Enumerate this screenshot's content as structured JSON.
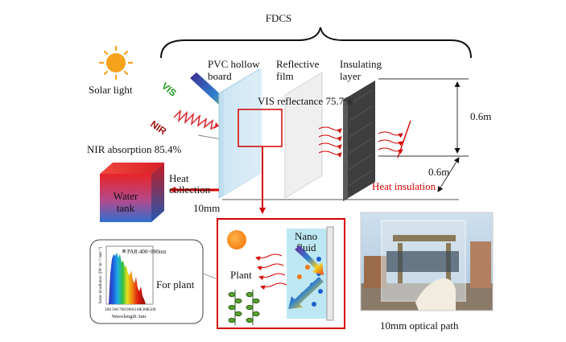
{
  "labels": {
    "fdcs": "FDCS",
    "solar_light": "Solar light",
    "vis": "VIS",
    "nir": "NIR",
    "pvc_line1": "PVC hollow",
    "pvc_line2": "board",
    "reflective_line1": "Reflective",
    "reflective_line2": "film",
    "insulating_line1": "Insulating",
    "insulating_line2": "layer",
    "vis_reflectance": "VIS reflectance 75.7%",
    "nir_absorption": "NIR absorption 85.4%",
    "heat_collection_line1": "Heat",
    "heat_collection_line2": "collection",
    "water_line1": "Water",
    "water_line2": "tank",
    "thickness": "10mm",
    "height": "0.6m",
    "depth": "0.6m",
    "heat_insulation": "Heat insulation",
    "nano_line1": "Nano",
    "nano_line2": "fluid",
    "plant": "Plant",
    "for_plant": "For plant",
    "optical_path": "10mm optical path",
    "par_legend": "PAR:400~800nm",
    "spectrum_ylabel": "Solar irradiance /[W·m⁻²·nm⁻¹]",
    "spectrum_xlabel": "Wavelength /nm",
    "spectrum_xticks": [
      "300",
      "500",
      "700",
      "900",
      "1100",
      "1300",
      "1500"
    ]
  },
  "colors": {
    "accent_red": "#d40000",
    "panel_blue": "#cfe6f2",
    "insulation_gray": "#4a4a4a",
    "tank_red": "#e8232a",
    "tank_blue": "#2f6fd0"
  }
}
